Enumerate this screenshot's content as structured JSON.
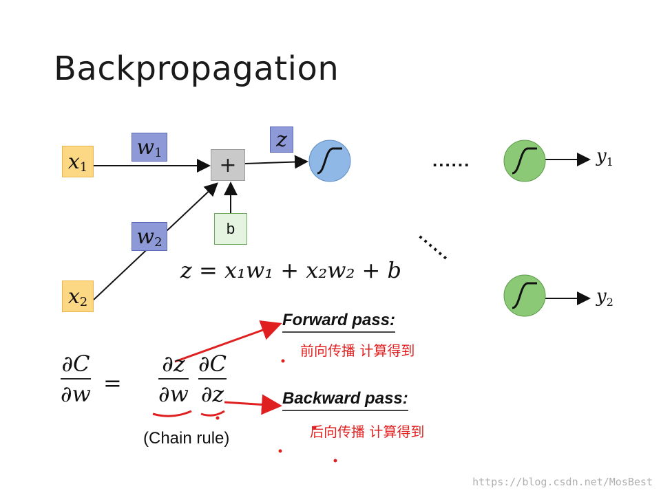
{
  "title": "Backpropagation",
  "inputs": {
    "x1": {
      "base": "x",
      "sub": "1"
    },
    "x2": {
      "base": "x",
      "sub": "2"
    }
  },
  "weights": {
    "w1": {
      "base": "w",
      "sub": "1"
    },
    "w2": {
      "base": "w",
      "sub": "2"
    }
  },
  "sum_symbol": "+",
  "bias_label": "b",
  "z_label": "z",
  "ellipsis_horizontal": "......",
  "ellipsis_diagonal": "......",
  "outputs": {
    "y1": {
      "base": "y",
      "sub": "1"
    },
    "y2": {
      "base": "y",
      "sub": "2"
    }
  },
  "equation": "z = x₁w₁ + x₂w₂ + b",
  "chain_rule": {
    "lhs_num": "∂C",
    "lhs_den": "∂w",
    "equals": "=",
    "t1_num": "∂z",
    "t1_den": "∂w",
    "t2_num": "∂C",
    "t2_den": "∂z",
    "caption": "(Chain rule)"
  },
  "forward": {
    "label": "Forward pass:",
    "note": "前向传播 计算得到"
  },
  "backward": {
    "label": "Backward pass:",
    "note": "后向传播 计算得到"
  },
  "watermark": "https://blog.csdn.net/MosBest",
  "colors": {
    "input_box": "#fcd784",
    "weight_box": "#8e9ad8",
    "neuron_blue": "#8fb8e6",
    "neuron_green": "#8cc976",
    "annotation_red": "#e02020"
  }
}
